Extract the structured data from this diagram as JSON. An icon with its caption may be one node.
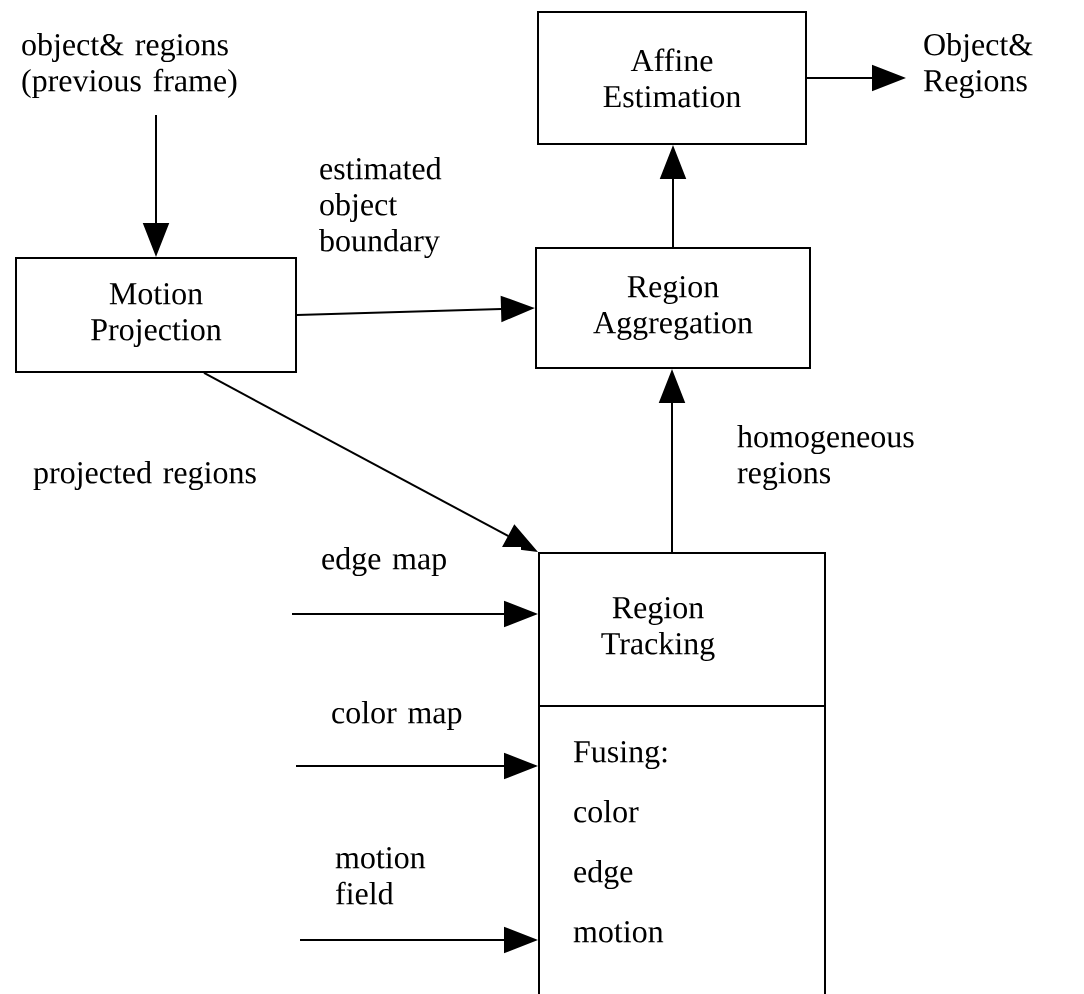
{
  "diagram": {
    "nodes": [
      {
        "text": [
          "object& regions (previous frame)"
        ]
      },
      {
        "text": [
          "Motion Projection"
        ]
      },
      {
        "text": [
          "Affine Estimation"
        ]
      },
      {
        "text": [
          "Object& Regions"
        ]
      },
      {
        "text": [
          "Region Aggregation"
        ]
      },
      {
        "text": [
          "Region Tracking",
          "Fusing: color edge motion"
        ]
      }
    ],
    "edges": [
      {
        "from": 0,
        "to": 1,
        "arrow": "to"
      },
      {
        "from": 1,
        "to": 4,
        "arrow": "to",
        "label": "estimated object boundary"
      },
      {
        "from": 1,
        "to": 5,
        "arrow": "to",
        "label": "projected regions"
      },
      {
        "from": 5,
        "to": 4,
        "arrow": "to",
        "label": "homogeneous regions"
      },
      {
        "from": 4,
        "to": 2,
        "arrow": "to"
      },
      {
        "from": 2,
        "to": 3,
        "arrow": "to"
      },
      {
        "from": null,
        "to": 5,
        "arrow": "to",
        "label": "edge map"
      },
      {
        "from": null,
        "to": 5,
        "arrow": "to",
        "label": "color map"
      },
      {
        "from": null,
        "to": 5,
        "arrow": "to",
        "label": "motion field"
      }
    ]
  }
}
